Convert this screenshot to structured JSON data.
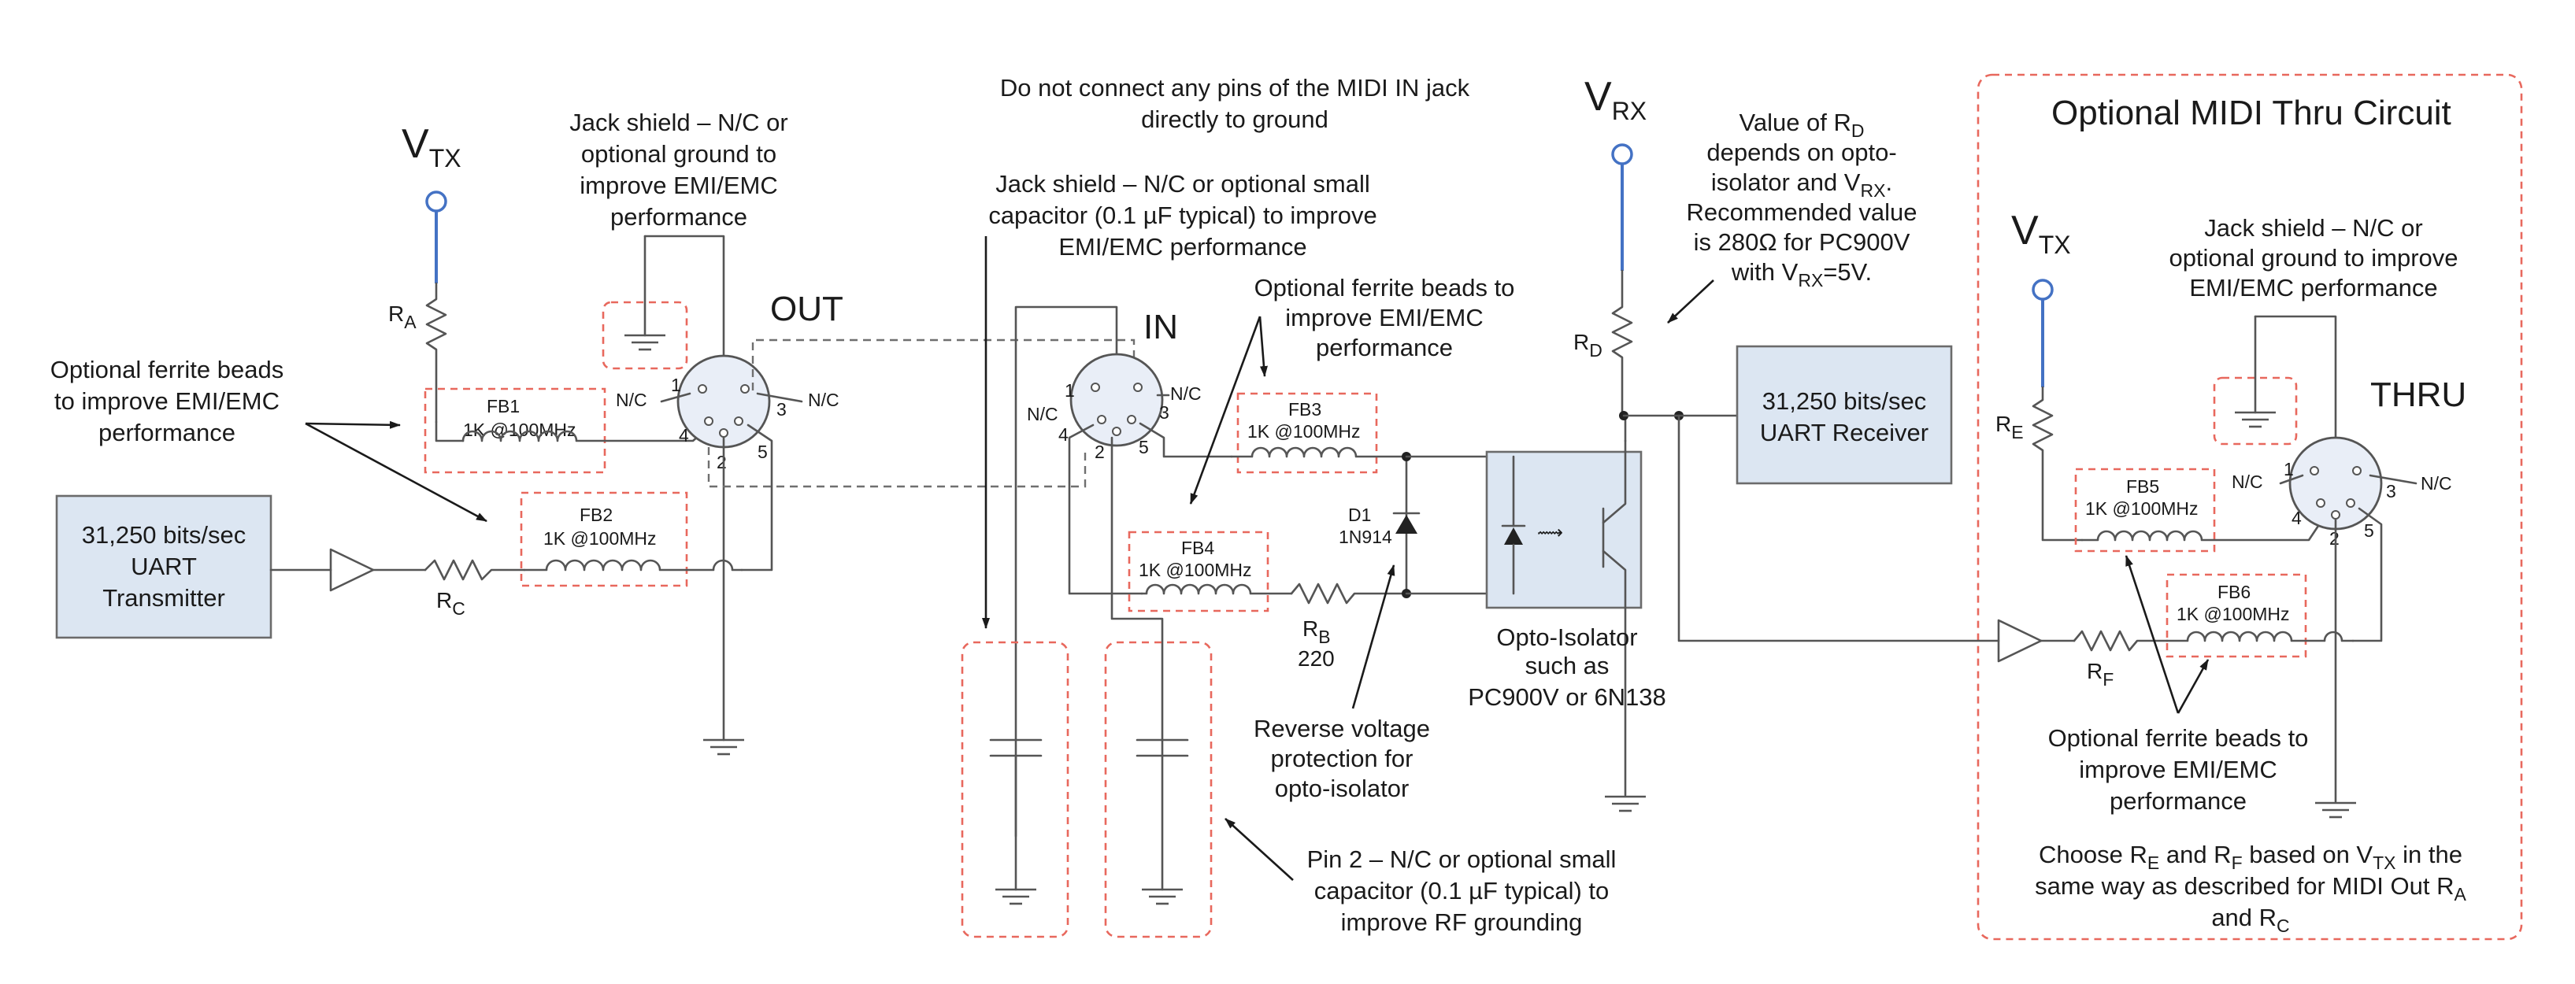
{
  "labels": {
    "vtx_left": {
      "main": "V",
      "sub": "TX"
    },
    "vrx": {
      "main": "V",
      "sub": "RX"
    },
    "vtx_right": {
      "main": "V",
      "sub": "TX"
    },
    "ra": {
      "main": "R",
      "sub": "A"
    },
    "rc": {
      "main": "R",
      "sub": "C"
    },
    "rb": {
      "main": "R",
      "sub": "B"
    },
    "rb_value": "220",
    "rd": {
      "main": "R",
      "sub": "D"
    },
    "re": {
      "main": "R",
      "sub": "E"
    },
    "rf": {
      "main": "R",
      "sub": "F"
    },
    "out": "OUT",
    "in": "IN",
    "thru": "THRU",
    "d1": "D1",
    "d1_part": "1N914",
    "nc": "N/C"
  },
  "beads": [
    {
      "name": "FB1",
      "value": "1K @100MHz"
    },
    {
      "name": "FB2",
      "value": "1K @100MHz"
    },
    {
      "name": "FB3",
      "value": "1K @100MHz"
    },
    {
      "name": "FB4",
      "value": "1K @100MHz"
    },
    {
      "name": "FB5",
      "value": "1K @100MHz"
    },
    {
      "name": "FB6",
      "value": "1K @100MHz"
    }
  ],
  "pins": [
    "1",
    "2",
    "3",
    "4",
    "5"
  ],
  "blocks": {
    "uart_tx": [
      "31,250 bits/sec",
      "UART",
      "Transmitter"
    ],
    "uart_rx": [
      "31,250 bits/sec",
      "UART Receiver"
    ]
  },
  "notes": {
    "jack_shield_out": [
      "Jack shield – N/C or",
      "optional ground to",
      "improve EMI/EMC",
      "performance"
    ],
    "ferrite_left": [
      "Optional ferrite beads",
      "to improve EMI/EMC",
      "performance"
    ],
    "midi_in_warning": [
      "Do not connect any pins of the MIDI IN jack",
      "directly to ground"
    ],
    "jack_shield_in": [
      "Jack shield – N/C or optional small",
      "capacitor (0.1 µF typical) to improve",
      "EMI/EMC performance"
    ],
    "ferrite_in": [
      "Optional ferrite beads to",
      "improve EMI/EMC",
      "performance"
    ],
    "rd_value_line1": "Value of R",
    "rd_value_line1_sub": "D",
    "rd_value_lines": [
      "depends on opto-",
      "isolator and V"
    ],
    "rd_value_lines_sub": "RX",
    "rd_value_line4": "Recommended value",
    "rd_value_line5": "is 280Ω for PC900V",
    "rd_value_line6_pre": "with V",
    "rd_value_line6_sub": "RX",
    "rd_value_line6_post": "=5V.",
    "opto": [
      "Opto-Isolator",
      "such as",
      "PC900V or 6N138"
    ],
    "reverse": [
      "Reverse voltage",
      "protection for",
      "opto-isolator"
    ],
    "pin2": [
      "Pin 2 – N/C or optional small",
      "capacitor (0.1 µF typical) to",
      "improve RF grounding"
    ],
    "thru_title": "Optional MIDI Thru Circuit",
    "jack_shield_thru": [
      "Jack shield – N/C or",
      "optional ground to improve",
      "EMI/EMC performance"
    ],
    "ferrite_thru": [
      "Optional ferrite beads to",
      "improve EMI/EMC",
      "performance"
    ],
    "choose_line1_pre": "Choose R",
    "choose_line1_sub1": "E",
    "choose_line1_mid": " and R",
    "choose_line1_sub2": "F",
    "choose_line1_mid2": " based on V",
    "choose_line1_sub3": "TX",
    "choose_line1_post": " in the",
    "choose_line2_pre": "same way as described for MIDI Out R",
    "choose_line2_sub": "A",
    "choose_line3_pre": "and R",
    "choose_line3_sub": "C"
  }
}
